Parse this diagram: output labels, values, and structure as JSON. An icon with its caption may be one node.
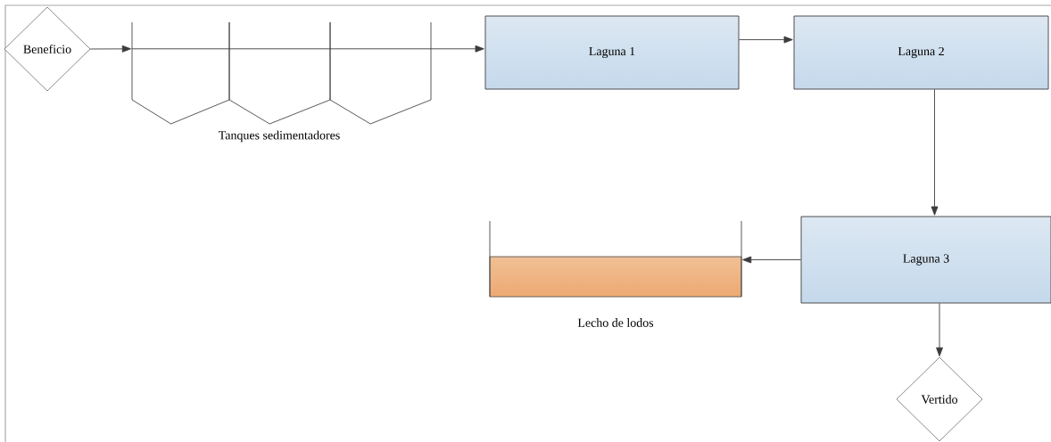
{
  "diagram": {
    "nodes": [
      {
        "text": [
          "Beneficio"
        ]
      },
      {
        "text": [
          "Tanques sedimentadores"
        ]
      },
      {
        "text": [
          "Laguna 1"
        ]
      },
      {
        "text": [
          "Laguna 2"
        ]
      },
      {
        "text": [
          "Laguna 3"
        ]
      },
      {
        "text": [
          "Lecho de lodos"
        ]
      },
      {
        "text": [
          "Vertido"
        ]
      }
    ],
    "edges": [
      {
        "from": 0,
        "to": 1,
        "arrow": "to"
      },
      {
        "from": 1,
        "to": 2,
        "arrow": "to"
      },
      {
        "from": 2,
        "to": 3,
        "arrow": "to"
      },
      {
        "from": 3,
        "to": 4,
        "arrow": "to"
      },
      {
        "from": 4,
        "to": 5,
        "arrow": "to"
      },
      {
        "from": 4,
        "to": 6,
        "arrow": "to"
      }
    ]
  }
}
